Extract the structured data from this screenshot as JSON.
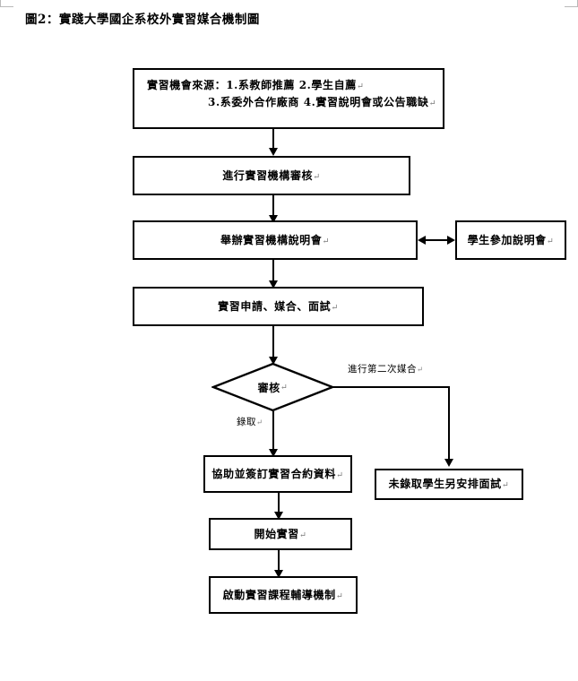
{
  "title": "圖2：實踐大學國企系校外實習媒合機制圖",
  "nodes": {
    "sources": {
      "line1": "實習機會來源：1.系教師推薦  2.學生自薦",
      "line2": "3.系委外合作廠商  4.實習說明會或公告職缺"
    },
    "review_org": "進行實習機構審核",
    "hold_briefing": "舉辦實習機構說明會",
    "student_attend": "學生參加說明會",
    "apply_match_interview": "實習申請、媒合、面試",
    "decision": "審核",
    "contract": "協助並簽訂實習合約資料",
    "not_admitted": "未錄取學生另安排面試",
    "start_intern": "開始實習",
    "course_mentoring": "啟動實習課程輔導機制"
  },
  "edge_labels": {
    "second_match": "進行第二次媒合",
    "admitted": "錄取"
  },
  "colors": {
    "stroke": "#000000",
    "fill": "#ffffff",
    "text": "#000000",
    "margin_mark": "#b9b9b9"
  }
}
